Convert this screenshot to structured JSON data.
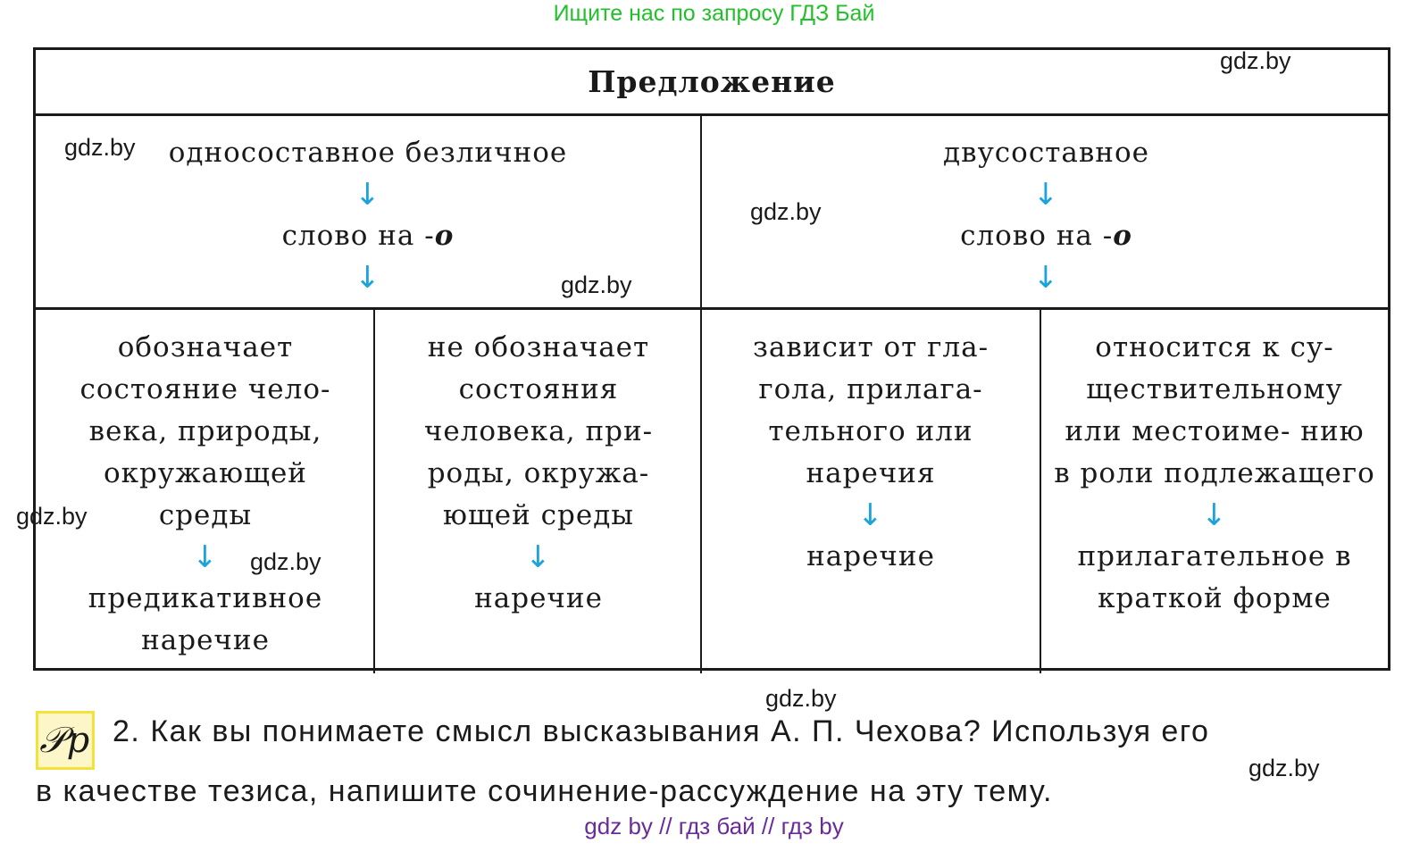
{
  "banner": {
    "text": "Ищите нас по запросу ГДЗ Бай",
    "color": "#22c02a"
  },
  "table": {
    "title": "Предложение",
    "types": [
      {
        "label": "односоставное безличное",
        "word": "слово на -",
        "ending": "о"
      },
      {
        "label": "двусоставное",
        "word": "слово на -",
        "ending": "о"
      }
    ],
    "columns": [
      {
        "text": "обозначает состояние чело- века, природы, окружающей среды",
        "result": "предикативное наречие"
      },
      {
        "text": "не обозначает состояния человека, при- роды, окружа- ющей среды",
        "result": "наречие"
      },
      {
        "text": "зависит от гла- гола, прилага- тельного или наречия",
        "result": "наречие"
      },
      {
        "text": "относится к су- ществительному или местоиме- нию в роли подлежащего",
        "result": "прилагательное в краткой форме"
      }
    ],
    "arrow_glyph": "↓",
    "arrow_color": "#1aa3dd"
  },
  "watermarks": [
    "gdz.by",
    "gdz.by",
    "gdz.by",
    "gdz.by",
    "gdz.by",
    "gdz.by",
    "gdz.by",
    "gdz.by"
  ],
  "task": {
    "icon_letters": "𝒫p",
    "icon_name": "rp-icon",
    "number": "2.",
    "line1": "Как вы понимаете смысл высказывания А. П. Чехова? Используя его",
    "line2": "в качестве тезиса, напишите сочинение-рассуждение на эту тему."
  },
  "footer": {
    "text": "gdz by  //  гдз бай  //  гдз by",
    "color": "#6a2b9a"
  }
}
